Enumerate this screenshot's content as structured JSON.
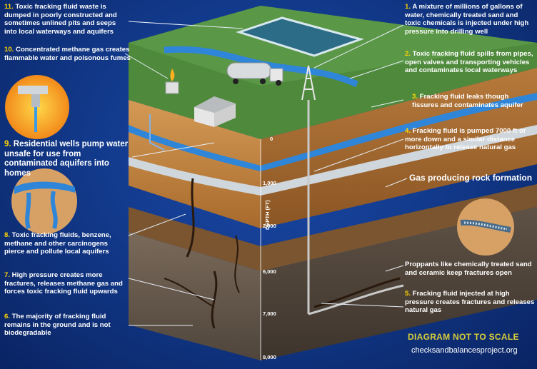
{
  "labels": {
    "l11": {
      "num": "11.",
      "text": " Toxic fracking fluid waste is dumped in poorly constructed and sometimes unlined pits and seeps into local waterways and aquifers"
    },
    "l10": {
      "num": "10.",
      "text": " Concentrated methane gas creates flammable water and poisonous fumes"
    },
    "l9": {
      "num": "9.",
      "text": " Residential wells pump water unsafe for use from contaminated aquifers into homes"
    },
    "l8": {
      "num": "8.",
      "text": " Toxic fracking fluids, benzene, methane and other carcinogens pierce and pollute local aquifers"
    },
    "l7": {
      "num": "7.",
      "text": " High pressure creates more fractures, releases methane gas and forces toxic fracking fluid upwards"
    },
    "l6": {
      "num": "6.",
      "text": " The majority of fracking fluid remains in the ground and is not biodegradable"
    },
    "l1": {
      "num": "1.",
      "text": " A mixture of millions of gallons of water, chemically treated sand and toxic chemicals is injected under high pressure into drilling well"
    },
    "l2": {
      "num": "2.",
      "text": " Toxic fracking fluid spills from pipes, open valves and transporting vehicles and contaminates local waterways"
    },
    "l3": {
      "num": "3.",
      "text": " Fracking fluid leaks though fissures and contaminates aquifer"
    },
    "l4": {
      "num": "4.",
      "text": " Fracking fluid is pumped 7000 ft or more down and a similar distance horizontally to release natural gas"
    },
    "gas": "Gas producing rock formation",
    "proppants": "Proppants like chemically treated sand and ceramic keep fractures open",
    "l5": {
      "num": "5.",
      "text": " Fracking fluid injected at high pressure creates fractures and releases natural gas"
    }
  },
  "depth_axis": {
    "title": "DEPTH (FT)",
    "ticks": [
      "0",
      "1,000",
      "2,000",
      "6,000",
      "7,000",
      "8,000"
    ]
  },
  "footer": {
    "scale_note": "DIAGRAM NOT TO SCALE",
    "website": "checksandbalancesproject.org"
  },
  "colors": {
    "label_number": "#ffd400",
    "scale_note": "#d9cf3a",
    "ground_top": "#4f8a3c",
    "soil": "#c98b45",
    "water": "#2f86d8"
  }
}
